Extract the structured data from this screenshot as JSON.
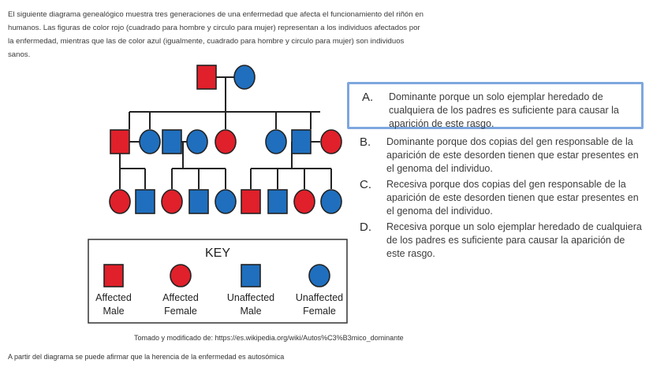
{
  "intro": {
    "text": "El siguiente diagrama genealógico muestra tres generaciones de una enfermedad que afecta el funcionamiento del riñón en humanos. Las figuras de color rojo (cuadrado para hombre y circulo para mujer) representan a los individuos afectados por la enfermedad, mientras que las de color azul (igualmente, cuadrado para hombre y circulo para mujer) son individuos sanos."
  },
  "colors": {
    "affected": "#e0202a",
    "unaffected": "#1f6fbe",
    "selection": "#7ea7de"
  },
  "pedigree": {
    "generation1": [
      {
        "sex": "male",
        "affected": true
      },
      {
        "sex": "female",
        "affected": false
      }
    ],
    "generation2": [
      {
        "sex": "male",
        "affected": true
      },
      {
        "sex": "female",
        "affected": false
      },
      {
        "sex": "male",
        "affected": false
      },
      {
        "sex": "female",
        "affected": false
      },
      {
        "sex": "female",
        "affected": true
      },
      {
        "sex": "female",
        "affected": false
      },
      {
        "sex": "male",
        "affected": false
      },
      {
        "sex": "female",
        "affected": true
      }
    ],
    "generation3": [
      {
        "sex": "female",
        "affected": true
      },
      {
        "sex": "male",
        "affected": false
      },
      {
        "sex": "female",
        "affected": true
      },
      {
        "sex": "male",
        "affected": false
      },
      {
        "sex": "female",
        "affected": false
      },
      {
        "sex": "male",
        "affected": true
      },
      {
        "sex": "male",
        "affected": false
      },
      {
        "sex": "female",
        "affected": true
      },
      {
        "sex": "female",
        "affected": false
      }
    ]
  },
  "key": {
    "title": "KEY",
    "items": [
      {
        "shape": "square",
        "affected": true,
        "line1": "Affected",
        "line2": "Male"
      },
      {
        "shape": "circle",
        "affected": true,
        "line1": "Affected",
        "line2": "Female"
      },
      {
        "shape": "square",
        "affected": false,
        "line1": "Unaffected",
        "line2": "Male"
      },
      {
        "shape": "circle",
        "affected": false,
        "line1": "Unaffected",
        "line2": "Female"
      }
    ]
  },
  "source": "Tomado y modificado de: https://es.wikipedia.org/wiki/Autos%C3%B3mico_dominante",
  "conclusion": "A partir del diagrama se puede afirmar que la herencia de la enfermedad es autosómica",
  "options": [
    {
      "letter": "A.",
      "text": "Dominante porque un solo ejemplar heredado de cualquiera de los padres es suficiente para causar la aparición de este rasgo."
    },
    {
      "letter": "B.",
      "text": "Dominante porque dos copias del gen responsable de la aparición de este desorden tienen que estar presentes en el genoma del individuo."
    },
    {
      "letter": "C.",
      "text": "Recesiva porque dos copias del gen responsable de la aparición de este desorden tienen que estar presentes en el genoma del individuo."
    },
    {
      "letter": "D.",
      "text": "Recesiva porque un solo ejemplar heredado de cualquiera de los padres es suficiente para causar la aparición de este rasgo."
    }
  ]
}
